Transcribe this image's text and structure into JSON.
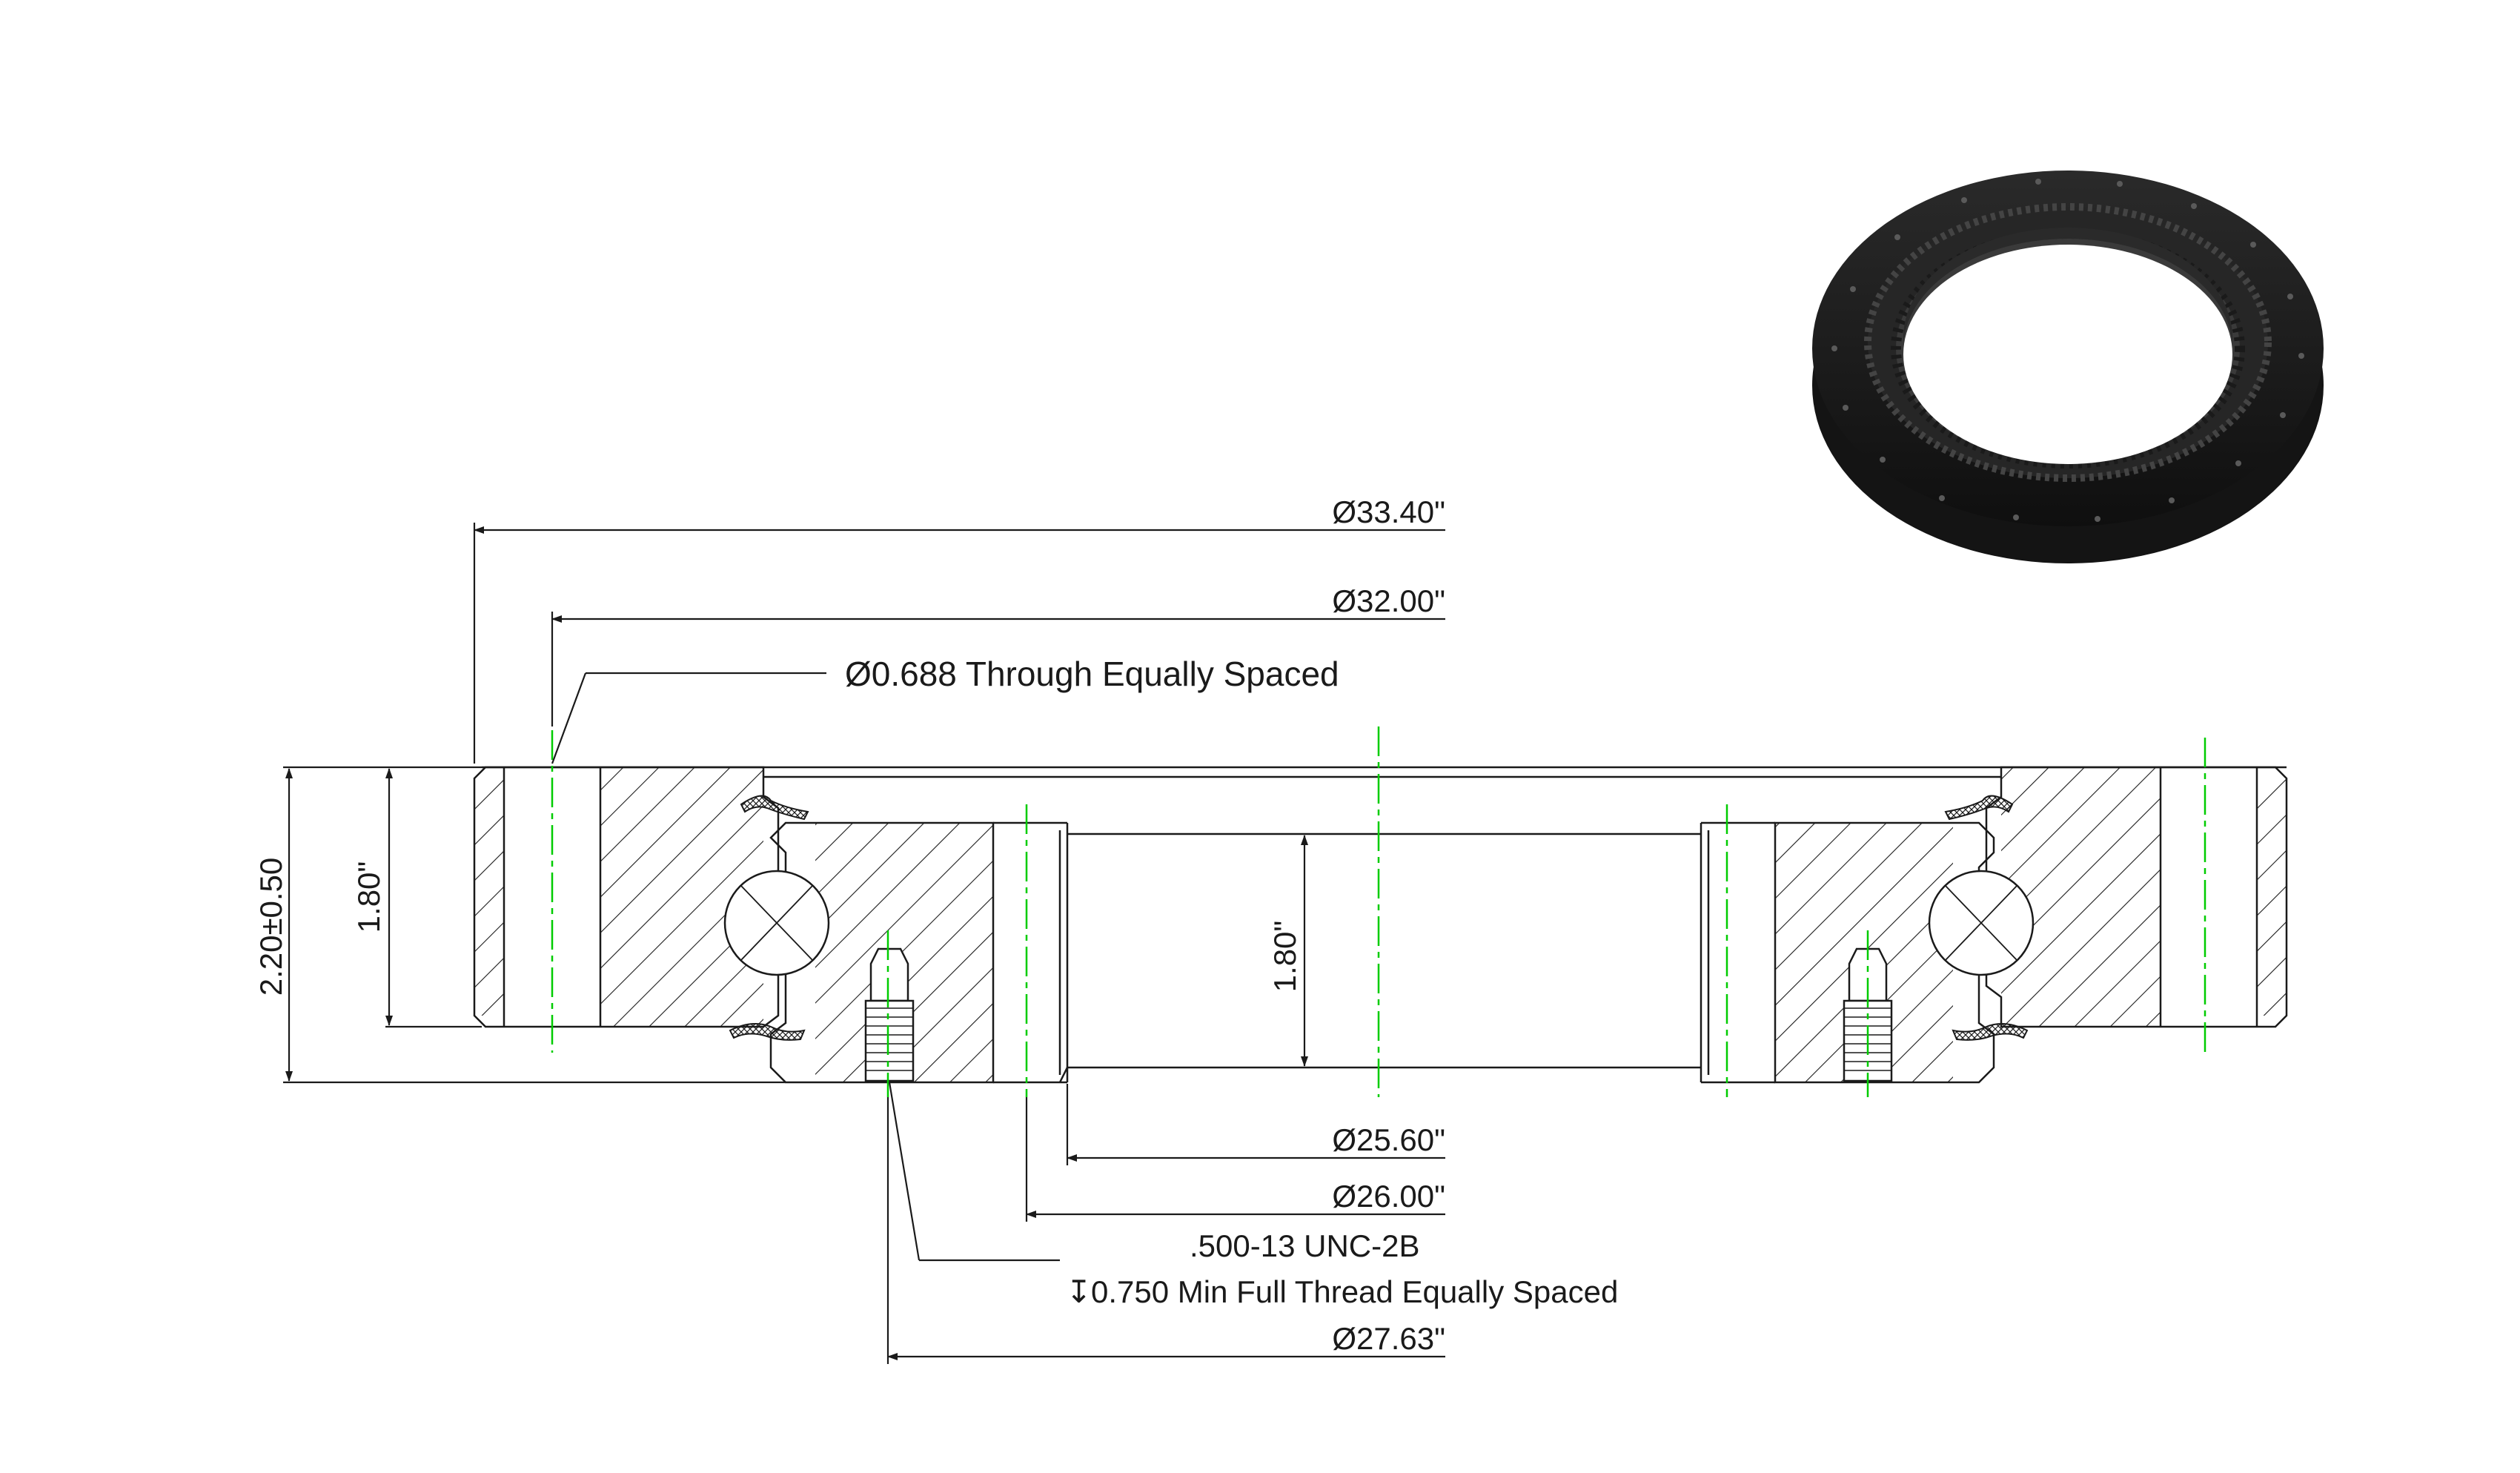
{
  "dimensions": {
    "outer_diameter": "Ø33.40\"",
    "bolt_circle_outer": "Ø32.00\"",
    "outer_holes_note": "Ø0.688 Through Equally Spaced",
    "overall_height": "2.20±0.50",
    "outer_ring_height": "1.80\"",
    "inner_ring_height": "1.80\"",
    "bore_diameter": "Ø25.60\"",
    "inner_hole_circle": "Ø26.00\"",
    "thread_spec": ".500-13 UNC-2B",
    "thread_depth_note": "0.750 Min Full Thread Equally Spaced",
    "thread_depth_symbol": "↧",
    "tapped_hole_circle": "Ø27.63\""
  },
  "colors": {
    "line": "#1a1a1a",
    "centerline": "#00cc00",
    "ring_render": "#1c1c1c"
  },
  "render": {
    "icon": "slewing-ring-gear-3d-render"
  }
}
